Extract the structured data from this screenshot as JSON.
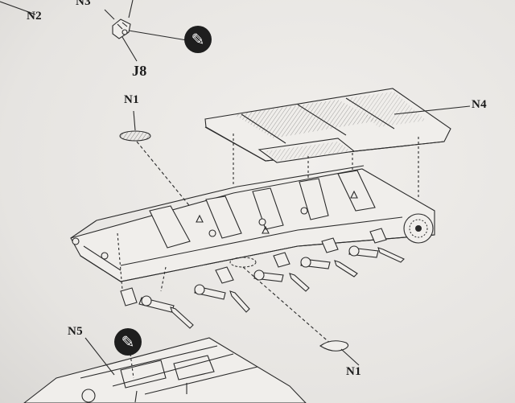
{
  "labels": {
    "n2": "N2",
    "n3": "N3",
    "j8": "J8",
    "n1_top": "N1",
    "n4": "N4",
    "n5": "N5",
    "n1_bottom": "N1"
  },
  "icons": {
    "cut_tool_top": "hobby-knife-icon",
    "cut_tool_bottom": "hobby-knife-icon"
  },
  "colors": {
    "paper": "#e8e6e3",
    "ink": "#1e1e1e"
  }
}
